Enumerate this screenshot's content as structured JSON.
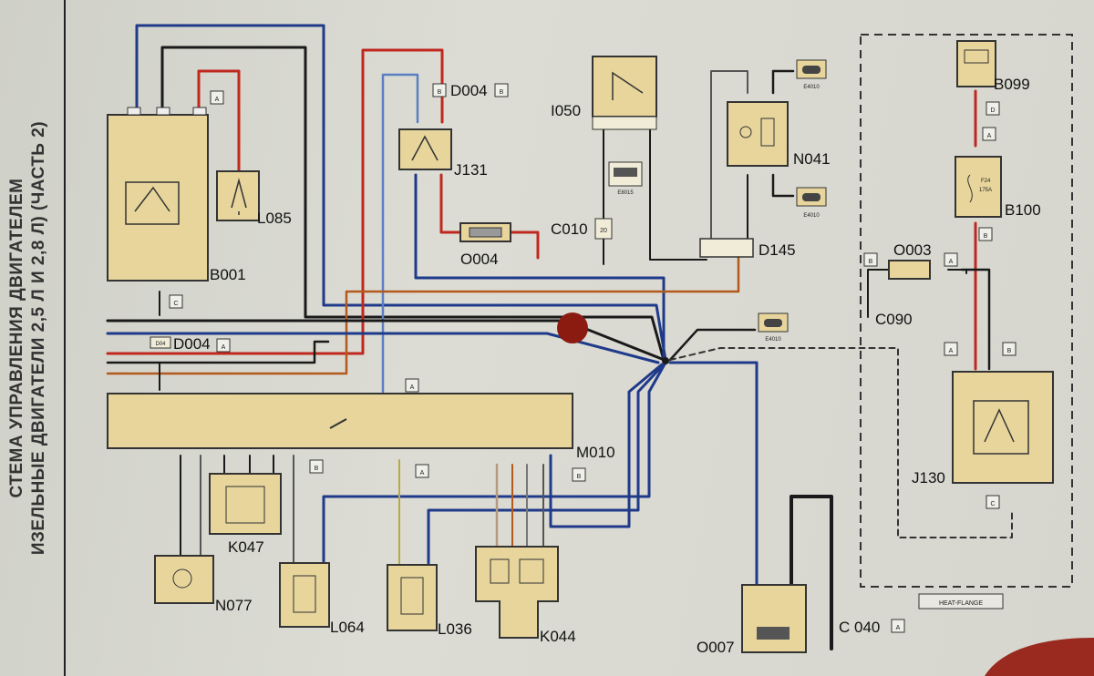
{
  "side_title": {
    "line1": "СТЕМА УПРАВЛЕНИЯ ДВИГАТЕЛЕМ",
    "line2": "ИЗЕЛЬНЫЕ ДВИГАТЕЛИ 2,5 Л И 2,8 Л) (ЧАСТЬ 2)"
  },
  "components": {
    "B001": "B001",
    "L085": "L085",
    "D004_top": "D004",
    "J131": "J131",
    "O004": "O004",
    "I050": "I050",
    "C010": "C010",
    "N041": "N041",
    "D145": "D145",
    "B099": "B099",
    "B100": "B100",
    "O003": "O003",
    "C090": "C090",
    "J130": "J130",
    "D004_left": "D004",
    "M010": "M010",
    "K047": "K047",
    "N077": "N077",
    "L064": "L064",
    "L036": "L036",
    "K044": "K044",
    "O007": "O007",
    "C040": "C 040"
  },
  "boxes": {
    "a": "A",
    "b": "B",
    "c": "C",
    "d": "D"
  },
  "small": {
    "e4010": "E4010",
    "e8015": "E8015",
    "heat_flange": "HEAT-FLANGE",
    "fuse": "F24",
    "fuse_amp": "175A",
    "pin20": "20",
    "pin_d004": "D04"
  },
  "wire_colors": {
    "black": "#1a1a1a",
    "blue": "#1f3a8a",
    "red": "#c0281e",
    "light_blue": "#5b7fc4",
    "orange": "#b3591e",
    "grey": "#555555",
    "yellow": "#b8a94a"
  },
  "part_fill": "#e7d59c"
}
